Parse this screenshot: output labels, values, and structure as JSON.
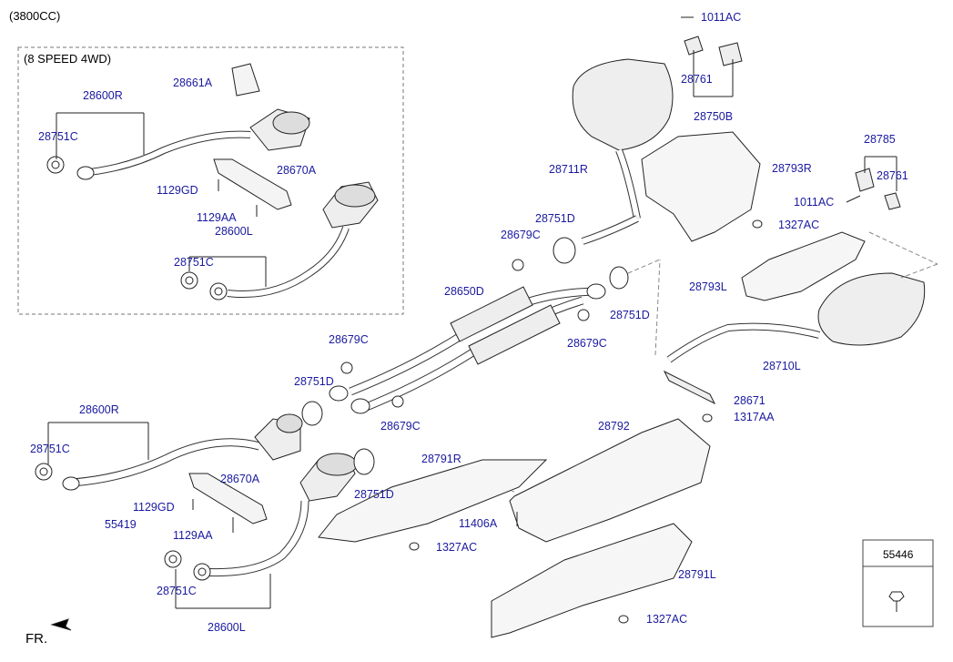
{
  "header": {
    "engine": "(3800CC)",
    "variant": "(8 SPEED 4WD)"
  },
  "labels": {
    "p1011AC_top": "1011AC",
    "p28761_top": "28761",
    "p28750B": "28750B",
    "p28785": "28785",
    "p28761_right": "28761",
    "p1011AC_right": "1011AC",
    "p28711R": "28711R",
    "p28793R": "28793R",
    "p1327AC_top": "1327AC",
    "p28751D_top": "28751D",
    "p28679C_top": "28679C",
    "p28650D": "28650D",
    "p28793L": "28793L",
    "p28751D_mid": "28751D",
    "p28679C_mid": "28679C",
    "p28710L": "28710L",
    "p28679C_left": "28679C",
    "p28751D_left": "28751D",
    "p28679C_low": "28679C",
    "p28671": "28671",
    "p1317AA": "1317AA",
    "p28792": "28792",
    "p28791R": "28791R",
    "p11406A": "11406A",
    "p1327AC_low": "1327AC",
    "p28791L": "28791L",
    "p1327AC_bottom": "1327AC",
    "p28751D_low": "28751D",
    "p28661A": "28661A",
    "p28600R_inset": "28600R",
    "p28751C_inset1": "28751C",
    "p28670A_inset": "28670A",
    "p1129GD_inset": "1129GD",
    "p1129AA_inset": "1129AA",
    "p28600L_inset": "28600L",
    "p28751C_inset2": "28751C",
    "p28600R": "28600R",
    "p28751C_1": "28751C",
    "p28670A": "28670A",
    "p1129GD": "1129GD",
    "p55419": "55419",
    "p1129AA": "1129AA",
    "p28751C_2": "28751C",
    "p28600L": "28600L"
  },
  "legend_box": {
    "part": "55446"
  },
  "footer": {
    "front_marker": "FR."
  }
}
